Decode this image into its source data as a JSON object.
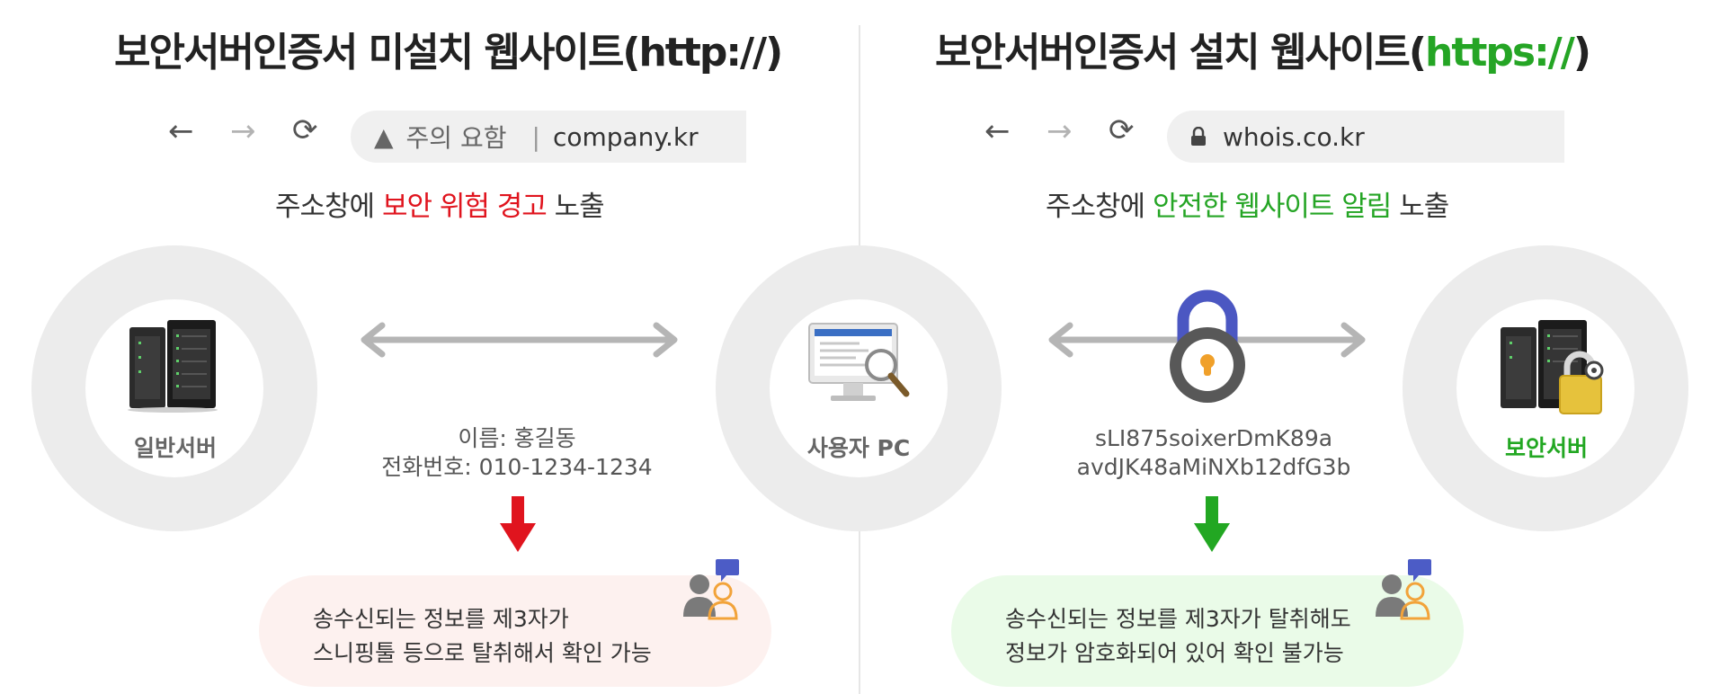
{
  "left": {
    "title_main": "보안서버인증서 미설치 웹사이트(",
    "title_proto": "http://",
    "title_end": ")",
    "nav": {
      "back": "←",
      "forward": "→",
      "reload": "⟳"
    },
    "address": {
      "warning_icon": "▲",
      "warning_text": "주의 요함",
      "separator": "|",
      "host": "company.kr"
    },
    "sub": {
      "prefix": "주소창에 ",
      "highlight": "보안 위험 경고",
      "suffix": " 노출"
    },
    "server_label": "일반서버",
    "data_lines": [
      "이름: 홍길동",
      "전화번호: 010-1234-1234"
    ],
    "bubble_lines": [
      "송수신되는 정보를 제3자가",
      "스니핑툴 등으로 탈취해서 확인 가능"
    ],
    "accent_color": "#e0141e"
  },
  "center": {
    "pc_label": "사용자 PC"
  },
  "right": {
    "title_main": "보안서버인증서 설치 웹사이트(",
    "title_proto": "https://",
    "title_end": ")",
    "nav": {
      "back": "←",
      "forward": "→",
      "reload": "⟳"
    },
    "address": {
      "lock_icon": "lock-icon",
      "host": "whois.co.kr"
    },
    "sub": {
      "prefix": "주소창에 ",
      "highlight": "안전한 웹사이트 알림",
      "suffix": " 노출"
    },
    "server_label": "보안서버",
    "data_lines": [
      "sLI875soixerDmK89a",
      "avdJK48aMiNXb12dfG3b"
    ],
    "bubble_lines": [
      "송수신되는 정보를 제3자가 탈취해도",
      "정보가 암호화되어 있어 확인 불가능"
    ],
    "accent_color": "#25a525"
  }
}
